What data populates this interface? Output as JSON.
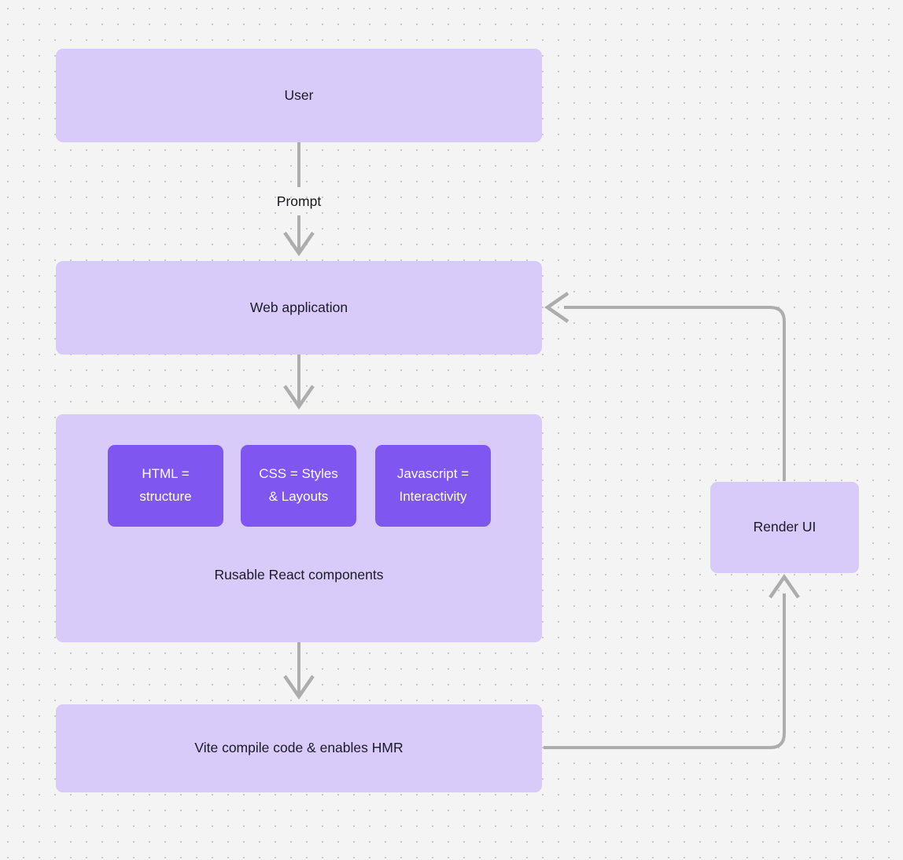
{
  "diagram": {
    "background_color": "#f4f4f4",
    "dot_color": "#c9c9c9",
    "node_fill": "#d8caf9",
    "chip_fill": "#7f56f0",
    "edge_color": "#adadad",
    "text_color": "#1b1b26",
    "nodes": {
      "user": {
        "label": "User"
      },
      "web_application": {
        "label": "Web application"
      },
      "components_container": {
        "caption": "Rusable React components"
      },
      "vite": {
        "label": "Vite compile code & enables HMR"
      },
      "render_ui": {
        "label": "Render UI"
      }
    },
    "chips": [
      {
        "label": "HTML =\nstructure"
      },
      {
        "label": "CSS = Styles\n& Layouts"
      },
      {
        "label": "Javascript =\nInteractivity"
      }
    ],
    "edges": [
      {
        "label": "Prompt",
        "from": "user",
        "to": "web_application"
      },
      {
        "label": "",
        "from": "web_application",
        "to": "components_container"
      },
      {
        "label": "",
        "from": "components_container",
        "to": "vite"
      },
      {
        "label": "",
        "from": "vite",
        "to": "render_ui"
      },
      {
        "label": "",
        "from": "render_ui",
        "to": "web_application"
      }
    ]
  }
}
